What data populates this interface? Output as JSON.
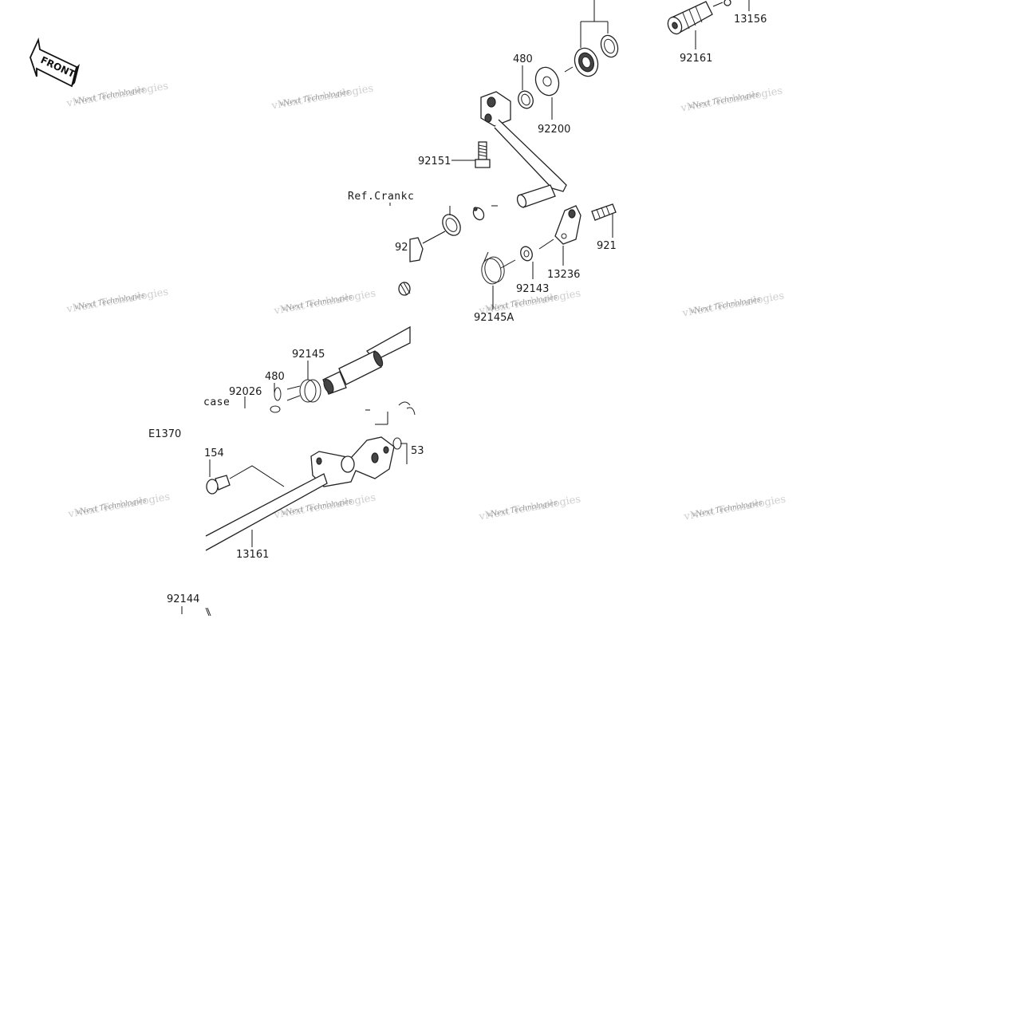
{
  "front_badge": {
    "text": "FRONT"
  },
  "labels": {
    "p13156": "13156",
    "p92161": "92161",
    "p480_top": "480",
    "p92200": "92200",
    "p92151": "92151",
    "ref_crankcase_top": "Ref.Crankc",
    "p92_cut": "92",
    "p921_cut": "921",
    "p13236": "13236",
    "p92143": "92143",
    "p92145A": "92145A",
    "p92145": "92145",
    "p480_mid": "480",
    "p92026": "92026",
    "case_cut": "case",
    "e1370": "E1370",
    "p154_cut": "154",
    "p53_cut": "53",
    "p13161": "13161",
    "p92144": "92144"
  },
  "watermark": {
    "line1": "vNext Technologies",
    "line2": "vNext Technologies"
  }
}
